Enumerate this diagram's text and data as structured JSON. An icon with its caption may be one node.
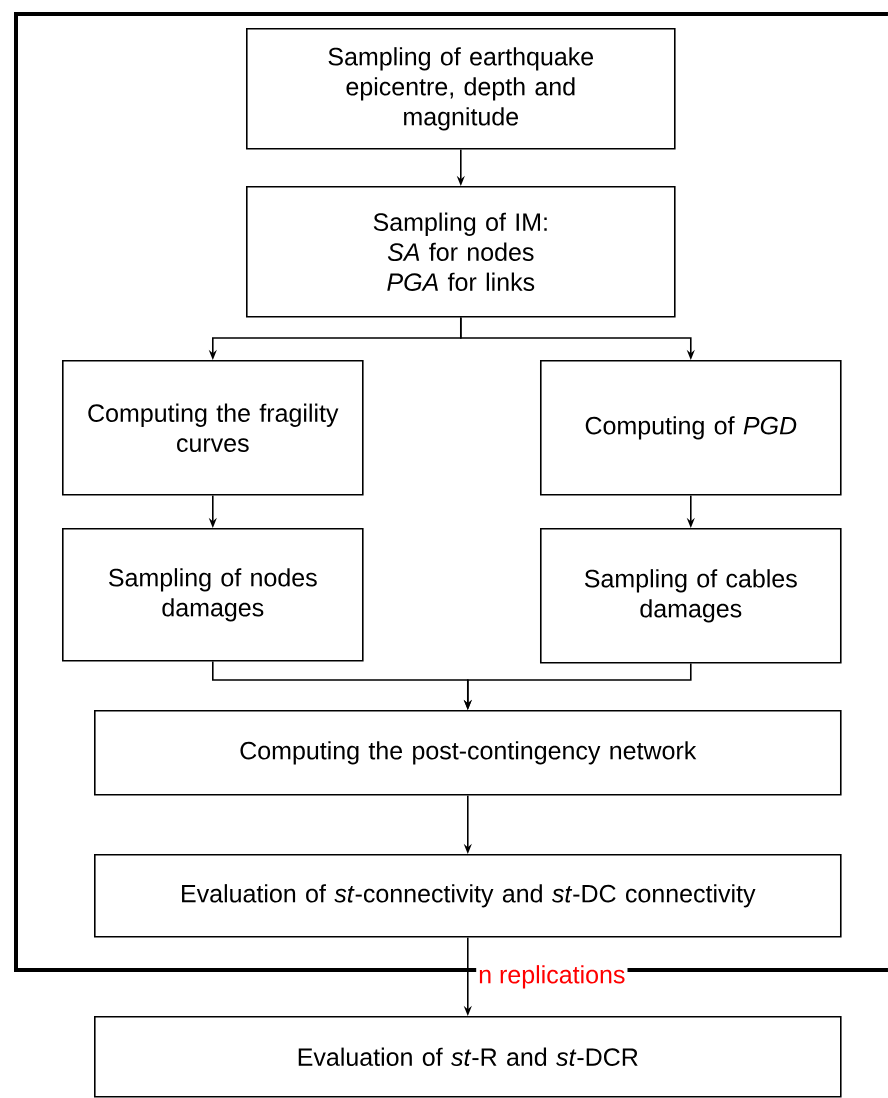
{
  "diagram": {
    "nodes": [
      {
        "text": [
          "Sampling of earthquake epicentre, depth and magnitude"
        ]
      },
      {
        "text": [
          "Sampling of IM:",
          "*SA* for nodes",
          "*PGA* for links"
        ]
      },
      {
        "text": [
          "Computing the fragility curves"
        ]
      },
      {
        "text": [
          "Computing of *PGD*"
        ]
      },
      {
        "text": [
          "Sampling of nodes damages"
        ]
      },
      {
        "text": [
          "Sampling of cables damages"
        ]
      },
      {
        "text": [
          "Computing the post-contingency network"
        ]
      },
      {
        "text": [
          "Evaluation of *st*-connectivity and *st*-DC connectivity"
        ]
      },
      {
        "text": [
          "Evaluation of *st*-R and *st*-DCR"
        ]
      }
    ],
    "edges": [
      {
        "from": 0,
        "to": 1,
        "arrow": "to"
      },
      {
        "from": 1,
        "to": 2,
        "arrow": "to"
      },
      {
        "from": 1,
        "to": 3,
        "arrow": "to"
      },
      {
        "from": 2,
        "to": 4,
        "arrow": "to"
      },
      {
        "from": 3,
        "to": 5,
        "arrow": "to"
      },
      {
        "from": 4,
        "to": 6,
        "arrow": "to"
      },
      {
        "from": 5,
        "to": 6,
        "arrow": "to"
      },
      {
        "from": 6,
        "to": 7,
        "arrow": "to"
      },
      {
        "from": 7,
        "to": 8,
        "arrow": "to",
        "label": "n replications"
      }
    ]
  }
}
